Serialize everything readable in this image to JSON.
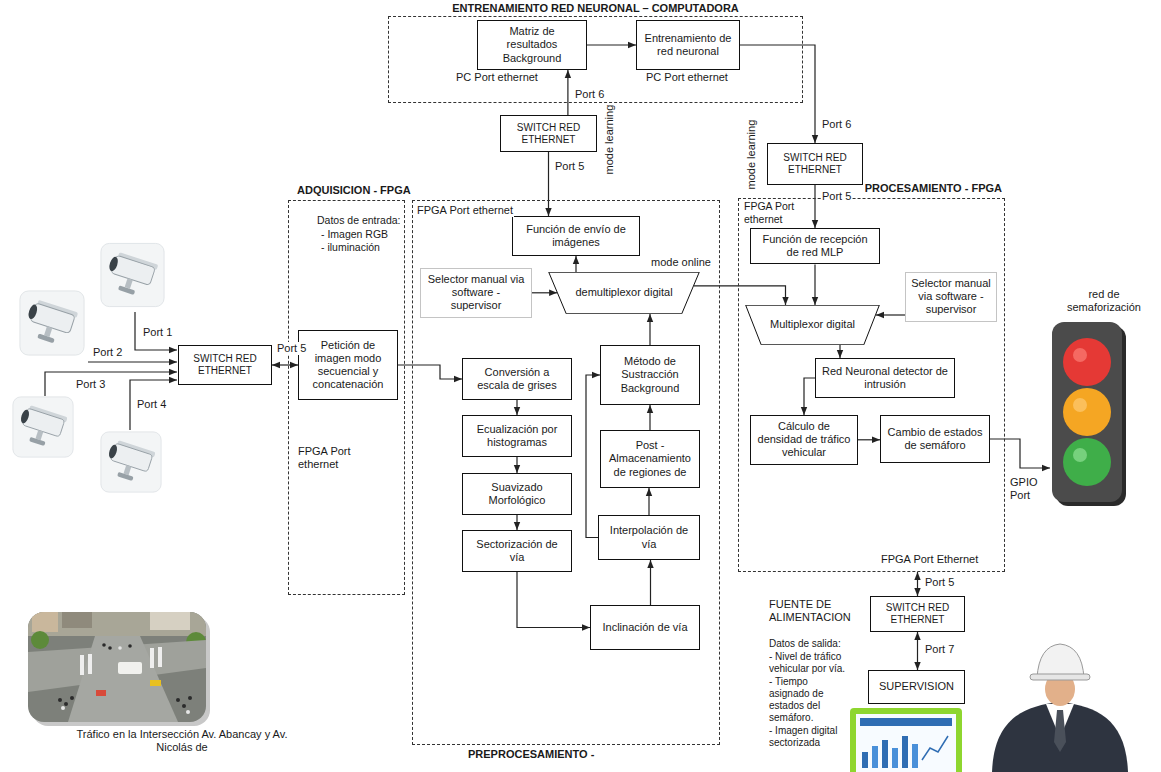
{
  "diagram": {
    "nodes": [
      {
        "text": [
          "ENTRENAMIENTO RED NEURONAL – COMPUTADORA"
        ]
      },
      {
        "text": [
          "Matriz de resultados Background"
        ],
        "in": 0
      },
      {
        "text": [
          "Entrenamiento de red neuronal"
        ],
        "in": 0
      },
      {
        "text": [
          "SWITCH RED ETHERNET"
        ]
      },
      {
        "text": [
          "SWITCH RED ETHERNET"
        ]
      },
      {
        "text": [
          "SWITCH RED ETHERNET"
        ]
      },
      {
        "text": [
          "ADQUISICION - FPGA"
        ]
      },
      {
        "text": [
          "Petición de imagen modo secuencial y concatenación"
        ],
        "in": 6
      },
      {
        "text": [
          "PREPROCESAMIENTO -"
        ]
      },
      {
        "text": [
          "Función de envío de imágenes"
        ],
        "in": 8
      },
      {
        "text": [
          "Selector manual via software - supervisor"
        ],
        "in": 8
      },
      {
        "text": [
          "demultiplexor digital"
        ],
        "in": 8
      },
      {
        "text": [
          "Conversión a escala de grises"
        ],
        "in": 8
      },
      {
        "text": [
          "Ecualización por histogramas"
        ],
        "in": 8
      },
      {
        "text": [
          "Suavizado Morfológico"
        ],
        "in": 8
      },
      {
        "text": [
          "Sectorización de vía"
        ],
        "in": 8
      },
      {
        "text": [
          "Inclinación de vía"
        ],
        "in": 8
      },
      {
        "text": [
          "Interpolación de vía"
        ],
        "in": 8
      },
      {
        "text": [
          "Post - Almacenamiento de regiones de"
        ],
        "in": 8
      },
      {
        "text": [
          "Método de Sustracción Background"
        ],
        "in": 8
      },
      {
        "text": [
          "PROCESAMIENTO - FPGA"
        ]
      },
      {
        "text": [
          "Función de recepción de red MLP"
        ],
        "in": 20
      },
      {
        "text": [
          "Multiplexor digital"
        ],
        "in": 20
      },
      {
        "text": [
          "Selector manual via software - supervisor"
        ],
        "in": 20
      },
      {
        "text": [
          "Red Neuronal detector de intrusión"
        ],
        "in": 20
      },
      {
        "text": [
          "Cálculo de densidad de tráfico vehicular"
        ],
        "in": 20
      },
      {
        "text": [
          "Cambio de estados de semáforo"
        ],
        "in": 20
      },
      {
        "text": [
          "SWITCH RED ETHERNET"
        ]
      },
      {
        "text": [
          "SUPERVISION"
        ]
      }
    ],
    "edges": [
      {
        "from": 5,
        "to": 7,
        "arrow": "both"
      },
      {
        "from": 7,
        "to": 12,
        "arrow": "to"
      },
      {
        "from": 12,
        "to": 13,
        "arrow": "to"
      },
      {
        "from": 13,
        "to": 14,
        "arrow": "to"
      },
      {
        "from": 14,
        "to": 15,
        "arrow": "to"
      },
      {
        "from": 15,
        "to": 16,
        "arrow": "to"
      },
      {
        "from": 16,
        "to": 17,
        "arrow": "to"
      },
      {
        "from": 17,
        "to": 18,
        "arrow": "to"
      },
      {
        "from": 17,
        "to": 19,
        "arrow": "to"
      },
      {
        "from": 18,
        "to": 19,
        "arrow": "to"
      },
      {
        "from": 19,
        "to": 11,
        "arrow": "to"
      },
      {
        "from": 10,
        "to": 11,
        "arrow": "to"
      },
      {
        "from": 11,
        "to": 9,
        "arrow": "to"
      },
      {
        "from": 3,
        "to": 9,
        "arrow": "to"
      },
      {
        "from": 3,
        "to": 1,
        "arrow": "to"
      },
      {
        "from": 1,
        "to": 2,
        "arrow": "to"
      },
      {
        "from": 2,
        "to": 4,
        "arrow": "to"
      },
      {
        "from": 4,
        "to": 21,
        "arrow": "to"
      },
      {
        "from": 11,
        "to": 22,
        "arrow": "to",
        "label": "mode online"
      },
      {
        "from": 21,
        "to": 22,
        "arrow": "to"
      },
      {
        "from": 23,
        "to": 22,
        "arrow": "to"
      },
      {
        "from": 22,
        "to": 24,
        "arrow": "to"
      },
      {
        "from": 24,
        "to": 25,
        "arrow": "to"
      },
      {
        "from": 25,
        "to": 26,
        "arrow": "to"
      },
      {
        "from": 20,
        "to": 27,
        "arrow": "both"
      },
      {
        "from": 27,
        "to": 28,
        "arrow": "both"
      }
    ],
    "labels": [
      "PC Port ethernet",
      "PC Port ethernet",
      "Port 6",
      "Port 5",
      "mode learning",
      "mode learning",
      "Port 6",
      "Port 5",
      "Port 1",
      "Port 2",
      "Port 3",
      "Port 4",
      "Port 5",
      "Datos de entrada:",
      "- Imagen RGB",
      "- iluminación",
      "FPGA Port ethernet",
      "FPGA Port ethernet",
      "FPGA Port ethernet",
      "FPGA Port Ethernet",
      "red de semaforización",
      "GPIO Port",
      "Port 5",
      "FUENTE DE ALIMENTACION",
      "Port 7",
      "Datos de salida:",
      "- Nivel de tráfico vehicular por vía.",
      "- Tiempo asignado de estados del semáforo.",
      "- Imagen digital sectorizada",
      "Tráfico en la Intersección Av. Abancay y Av. Nicolás de"
    ]
  }
}
